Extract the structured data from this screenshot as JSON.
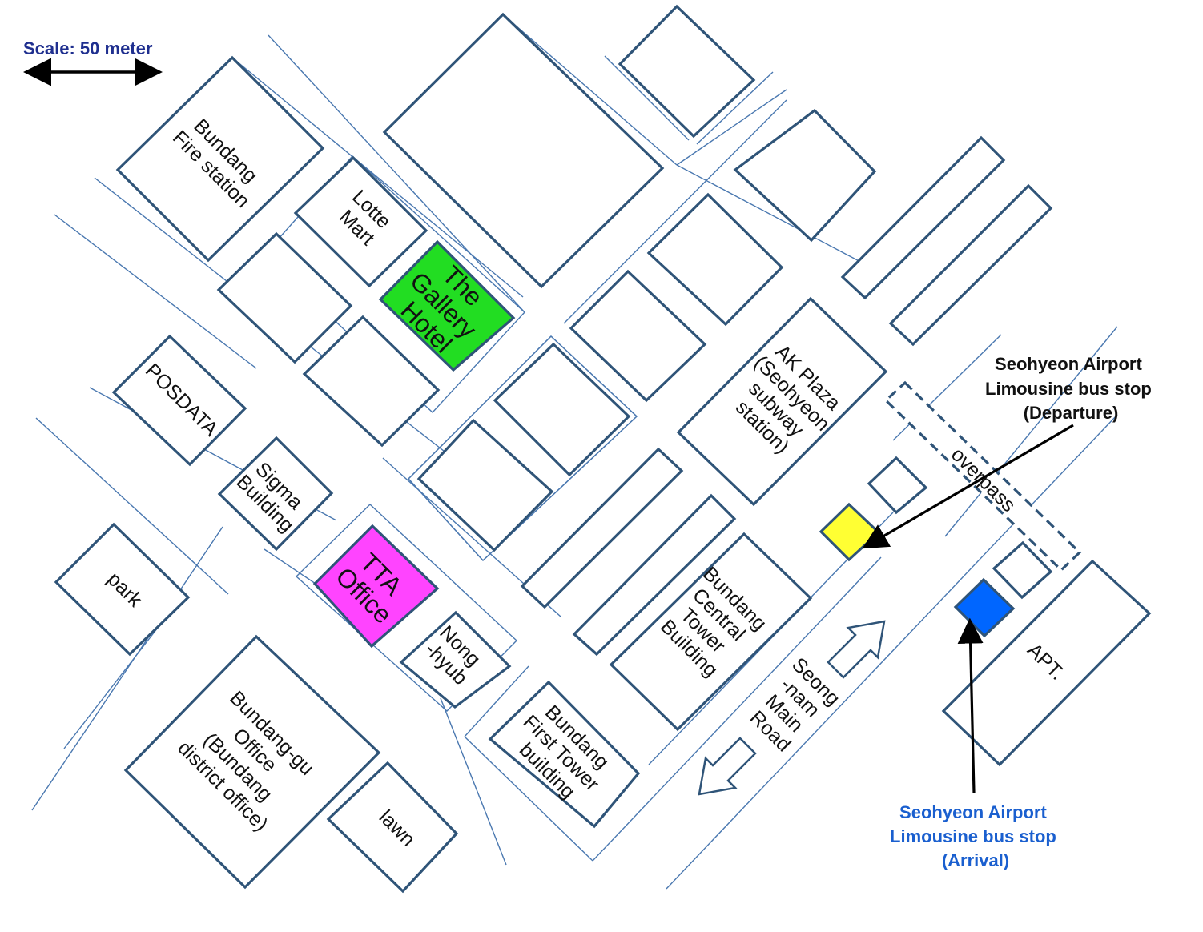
{
  "scale": {
    "label": "Scale: 50 meter",
    "color": "#1f2f8f"
  },
  "colors": {
    "hotel": "#22dd22",
    "office": "#ff44ff",
    "departure": "#ffff33",
    "arrival": "#0066ff",
    "outline": "#2f5478"
  },
  "buildings": {
    "fire_station": [
      "Bundang",
      "Fire station"
    ],
    "lotte": [
      "Lotte",
      "Mart"
    ],
    "hotel": [
      "The",
      "Gallery",
      "Hotel"
    ],
    "posdata": [
      "POSDATA"
    ],
    "sigma": [
      "Sigma",
      "Building"
    ],
    "tta": [
      "TTA",
      "Office"
    ],
    "nonghyub": [
      "Nong",
      "-hyub"
    ],
    "park": [
      "park"
    ],
    "gu_office": [
      "Bundang-gu",
      "Office",
      "(Bundang",
      "district office)"
    ],
    "lawn": [
      "lawn"
    ],
    "first_tower": [
      "Bundang",
      "First Tower",
      "building"
    ],
    "central_tower": [
      "Bundang",
      "Central",
      "Tower",
      "Building"
    ],
    "ak_plaza": [
      "AK Plaza",
      "(Seohyeon",
      "subway",
      "station)"
    ],
    "overpass": [
      "overpass"
    ],
    "apt": [
      "APT."
    ],
    "main_road": [
      "Seong",
      "-nam",
      "Main",
      "Road"
    ]
  },
  "bus_stops": {
    "departure": {
      "lines": [
        "Seohyeon Airport",
        "Limousine bus stop",
        "(Departure)"
      ],
      "color": "#111111"
    },
    "arrival": {
      "lines": [
        "Seohyeon Airport",
        "Limousine bus stop",
        "(Arrival)"
      ],
      "color": "#1a5fcf"
    }
  }
}
